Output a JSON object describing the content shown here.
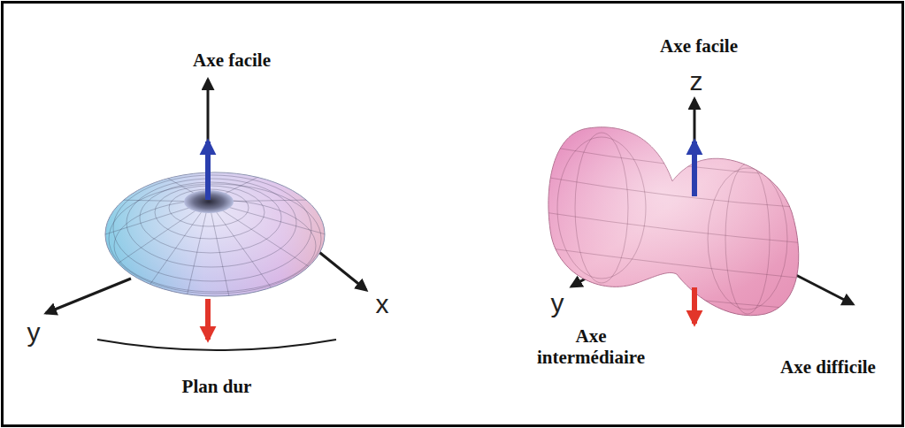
{
  "diagram": {
    "labels": [
      "Axe facile",
      "y",
      "x",
      "Plan dur",
      "Axe facile",
      "z",
      "y",
      "Axe intermédiaire",
      "Axe difficile"
    ]
  }
}
